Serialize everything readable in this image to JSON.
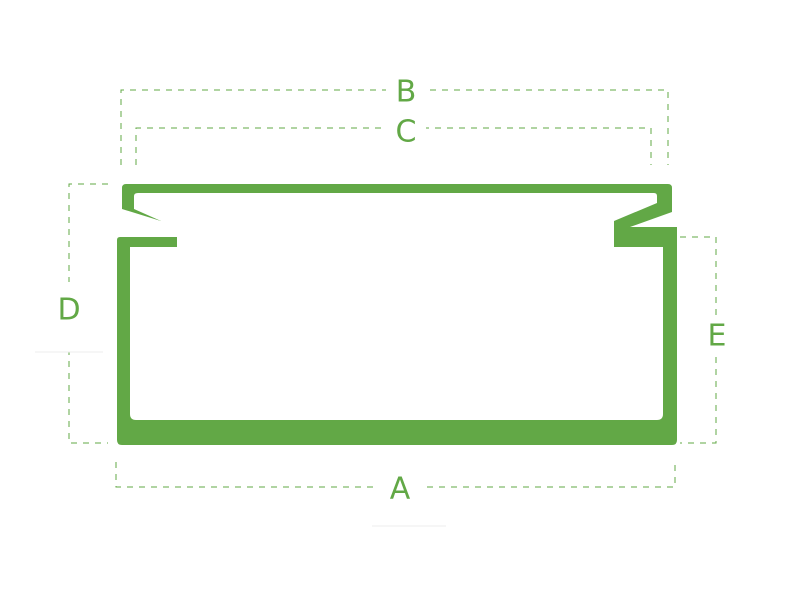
{
  "colors": {
    "profile": "#62a846",
    "dimension": "#62a846",
    "label": "#62a846",
    "background": "#ffffff"
  },
  "dimensions": {
    "A": "A",
    "B": "B",
    "C": "C",
    "D": "D",
    "E": "E"
  }
}
